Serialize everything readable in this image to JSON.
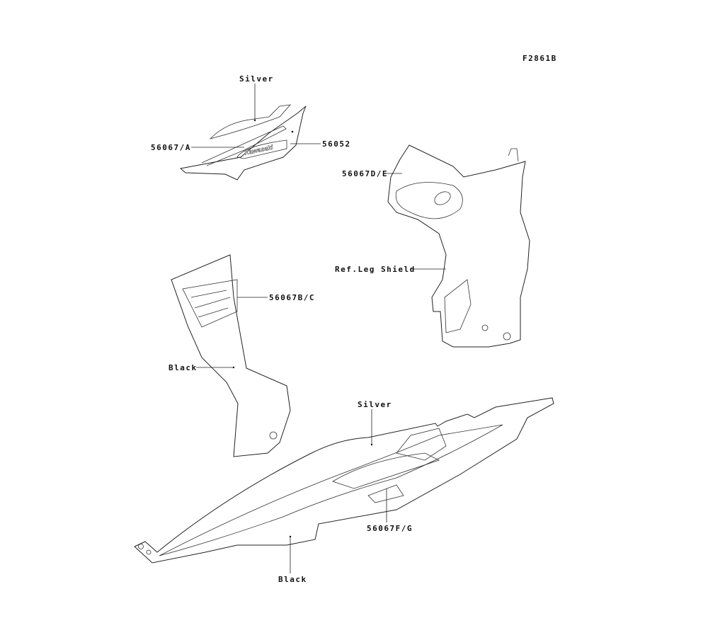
{
  "diagram_code": "F2861B",
  "labels": {
    "silver_top": "Silver",
    "part_56067A": "56067/A",
    "part_56052": "56052",
    "part_56067DE": "56067D/E",
    "ref_leg_shield": "Ref.Leg Shield",
    "part_56067BC": "56067B/C",
    "black_left": "Black",
    "silver_bottom": "Silver",
    "part_56067FG": "56067F/G",
    "black_bottom": "Black"
  },
  "decal_logo_text": "Kawasaki",
  "colors": {
    "line": "#222222",
    "background": "#ffffff"
  }
}
